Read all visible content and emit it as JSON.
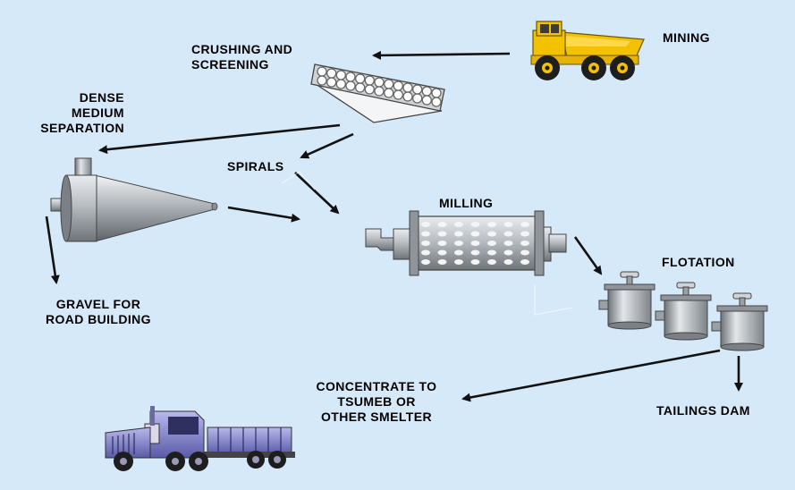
{
  "labels": {
    "mining": "MINING",
    "crushing": [
      "CRUSHING AND",
      "SCREENING"
    ],
    "dms": [
      "DENSE",
      "MEDIUM",
      "SEPARATION"
    ],
    "spirals": "SPIRALS",
    "milling": "MILLING",
    "flotation": "FLOTATION",
    "gravel": [
      "GRAVEL FOR",
      "ROAD BUILDING"
    ],
    "concentrate": [
      "CONCENTRATE TO",
      "TSUMEB OR",
      "OTHER SMELTER"
    ],
    "tailings": "TAILINGS DAM"
  },
  "icons": {
    "mining": "dump-truck-icon",
    "crushing": "crusher-screen-icon",
    "dms": "cyclone-icon",
    "milling": "ball-mill-icon",
    "flotation": "flotation-cells-icon",
    "transport": "semi-truck-icon"
  },
  "colors": {
    "background": "#d6e9f8",
    "truck": "#f2c200",
    "lorry": "#8a8ad6",
    "metal": "#9ea3a8",
    "arrow": "#111111"
  }
}
